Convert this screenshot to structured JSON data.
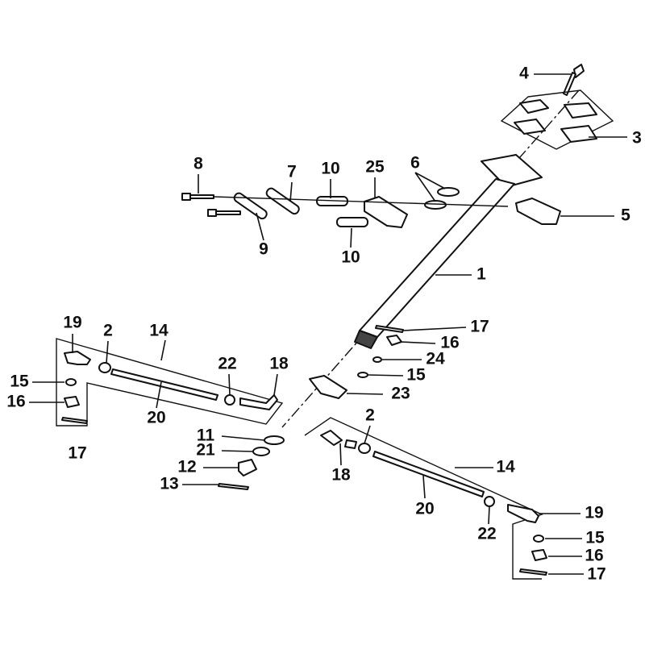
{
  "title": "Steering column and tie rod exploded parts diagram",
  "callouts": {
    "c4": "4",
    "c3": "3",
    "c8": "8",
    "c7": "7",
    "c10a": "10",
    "c25": "25",
    "c6": "6",
    "c5": "5",
    "c9": "9",
    "c10b": "10",
    "c1": "1",
    "c17a": "17",
    "c16a": "16",
    "c24": "24",
    "c15a": "15",
    "c23": "23",
    "c19l": "19",
    "c2l": "2",
    "c14l": "14",
    "c22l": "22",
    "c18l": "18",
    "c15l": "15",
    "c16l": "16",
    "c20l": "20",
    "c17l": "17",
    "c11": "11",
    "c21": "21",
    "c12": "12",
    "c13": "13",
    "c2r": "2",
    "c18r": "18",
    "c14r": "14",
    "c20r": "20",
    "c22r": "22",
    "c19r": "19",
    "c15r": "15",
    "c16r": "16",
    "c17r": "17"
  }
}
